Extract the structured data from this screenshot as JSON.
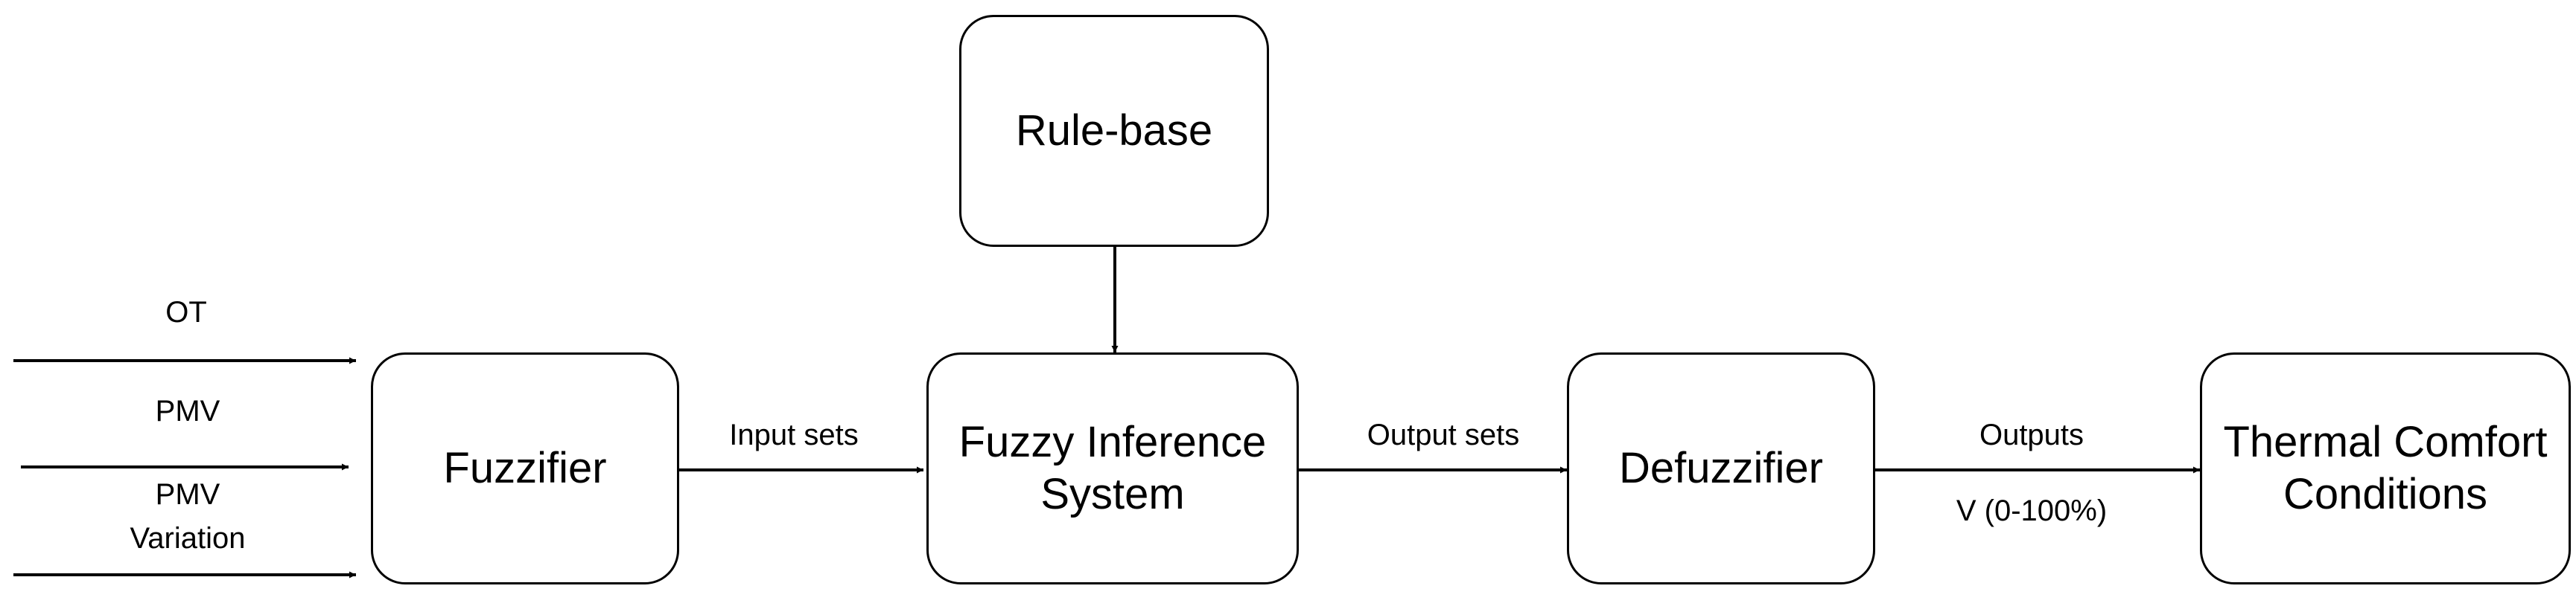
{
  "nodes": {
    "rule_base": "Rule-base",
    "fuzzifier": "Fuzzifier",
    "fis_line1": "Fuzzy Inference",
    "fis_line2": "System",
    "defuzzifier": "Defuzzifier",
    "thermal_line1": "Thermal Comfort",
    "thermal_line2": "Conditions"
  },
  "inputs": {
    "ot": "OT",
    "pmv": "PMV",
    "pmv_variation_line1": "PMV",
    "pmv_variation_line2": "Variation"
  },
  "edges": {
    "input_sets": "Input sets",
    "output_sets": "Output sets",
    "outputs": "Outputs",
    "v_range": "V (0-100%)"
  }
}
